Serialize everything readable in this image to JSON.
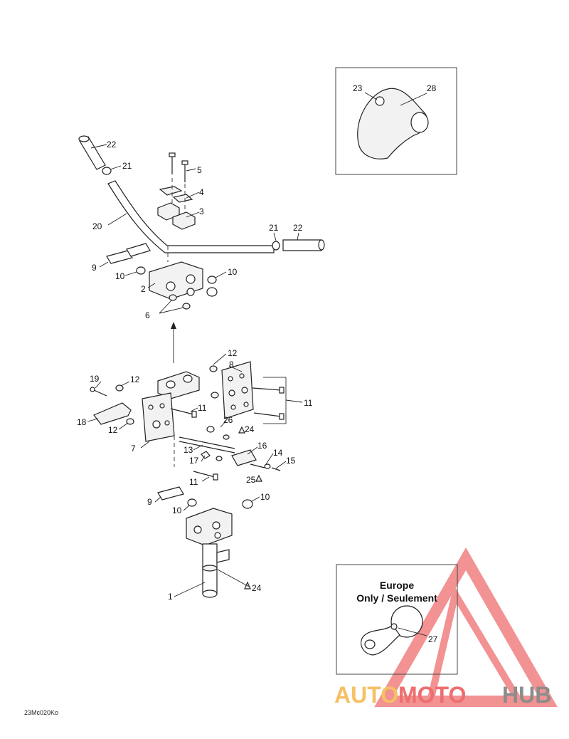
{
  "callouts": {
    "c1": "1",
    "c2": "2",
    "c3": "3",
    "c4": "4",
    "c5": "5",
    "c6": "6",
    "c7": "7",
    "c8": "8",
    "c9a": "9",
    "c9b": "9",
    "c10a": "10",
    "c10b": "10",
    "c10c": "10",
    "c10d": "10",
    "c11a": "11",
    "c11b": "11",
    "c11c": "11",
    "c12a": "12",
    "c12b": "12",
    "c12c": "12",
    "c13": "13",
    "c14": "14",
    "c15": "15",
    "c16": "16",
    "c17": "17",
    "c18": "18",
    "c19": "19",
    "c20": "20",
    "c21a": "21",
    "c21b": "21",
    "c22a": "22",
    "c22b": "22",
    "c23": "23",
    "c24a": "24",
    "c24b": "24",
    "c25": "25",
    "c26": "26",
    "c27": "27",
    "c28": "28"
  },
  "inset_europe": {
    "line1": "Europe",
    "line2": "Only / Seulement"
  },
  "figure_code": "23Mc020Ko",
  "watermark": {
    "part1": "AUTO",
    "part2": "MOTO",
    "part3": "HUB",
    "colors": {
      "auto": "#f6c065",
      "moto": "#ee6e6e",
      "hub": "#8c8c8c",
      "triangle": "#ee6e6e"
    }
  }
}
